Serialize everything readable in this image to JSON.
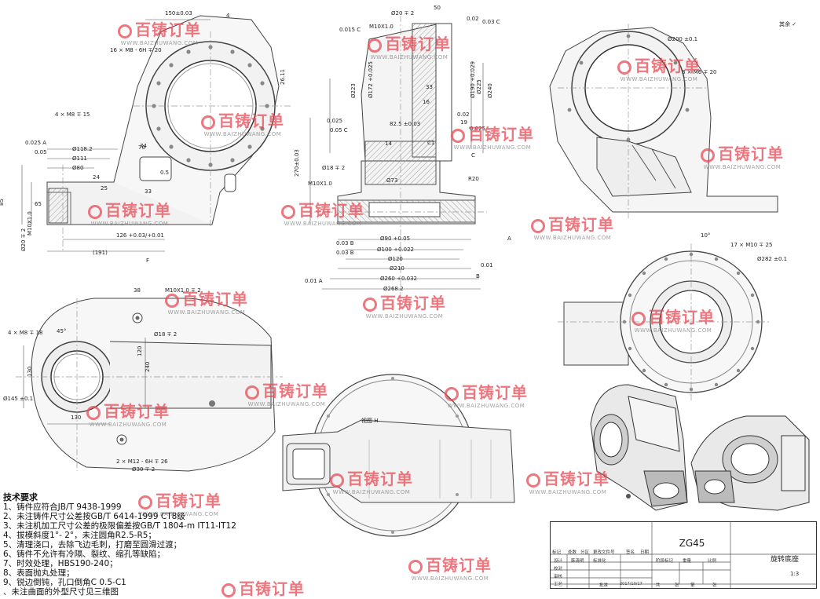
{
  "watermark": {
    "brand": "百铸订单",
    "url": "WWW.BAIZHUWANG.COM"
  },
  "rough_note": "其余",
  "technical_requirements": {
    "title": "技术要求",
    "items": [
      "1、铸件应符合JB/T 9438-1999",
      "2、未注铸件尺寸公差按GB/T 6414-1999 CT8级",
      "3、未注机加工尺寸公差的极限偏差按GB/T 1804-m IT11-IT12",
      "4、拔模斜度1°- 2°，未注圆角R2.5-R5；",
      "5、清理浇口，去除飞边毛刺，打磨至圆滑过渡；",
      "6、铸件不允许有冷隔、裂纹、缩孔等缺陷；",
      "7、时效处理，HBS190-240；",
      "8、表面抛丸处理；",
      "9、锐边倒钝，孔口倒角C 0.5-C1",
      "、未注曲面的外型尺寸见三维图"
    ]
  },
  "title_block": {
    "material": "ZG45",
    "part_name": "旋转底座",
    "scale": "1:3",
    "date": "2017/10/17",
    "row_labels": [
      "标记",
      "处数",
      "分区",
      "更改文件号",
      "签名",
      "日期"
    ],
    "design_labels": [
      "设计",
      "校对",
      "审核",
      "工艺"
    ],
    "designer": "韩清明",
    "standardizer": "标准化",
    "stage_labels": [
      "阶段标记",
      "重量",
      "比例"
    ],
    "sheet_labels": [
      "共",
      "张",
      "第",
      "张"
    ],
    "approve": "批准"
  },
  "views": {
    "front": {
      "dims": [
        "150±0.03",
        "4",
        "16 × M8 - 6H ∓ 20",
        "4 × M8 ∓ 15",
        "Ø118.2",
        "Ø111",
        "Ø80",
        "85",
        "76",
        "65",
        "24",
        "25",
        "126 +0.03/+0.01",
        "(191)",
        "Ø20 ∓ 2",
        "M10X1.0",
        "74",
        "0.5",
        "33",
        "26.11",
        "0.025 A",
        "0.05",
        "F"
      ]
    },
    "section": {
      "dims": [
        "Ø20 ∓ 2",
        "50",
        "M10X1.0",
        "0.015 C",
        "0.02",
        "0.03 C",
        "Ø223",
        "Ø172 +0.025",
        "Ø190 +0.029",
        "Ø225",
        "Ø240",
        "33",
        "16",
        "0.02",
        "0.025",
        "82.5 ±0.03",
        "14",
        "C1",
        "0.05 C",
        "0.025",
        "19",
        "Ø18 ∓ 2",
        "M10X1.0",
        "Ø73",
        "270±0.03",
        "R20",
        "Ø90 +0.05",
        "Ø100 +0.022",
        "Ø120",
        "Ø210",
        "Ø260 +0.032",
        "Ø268.2",
        "0.01 A",
        "0.01",
        "0.03 B",
        "0.03 B",
        "A",
        "B",
        "C"
      ]
    },
    "right": {
      "dims": [
        "Ø200 ±0.1",
        "8 × M6 ∓ 20"
      ]
    },
    "top": {
      "dims": [
        "M10X1.0 ∓ 2",
        "38",
        "4 × M8 ∓ 18",
        "45°",
        "Ø18 ∓ 2",
        "240",
        "120",
        "130",
        "Ø145 ±0.1",
        "130",
        "2 × M12 - 6H ∓ 26",
        "Ø30 ∓ 2"
      ]
    },
    "rear": {
      "dims": [
        "10°",
        "17 × M10 ∓ 25",
        "Ø282 ±0.1"
      ]
    },
    "bottom": {
      "label": "视图 H"
    }
  }
}
